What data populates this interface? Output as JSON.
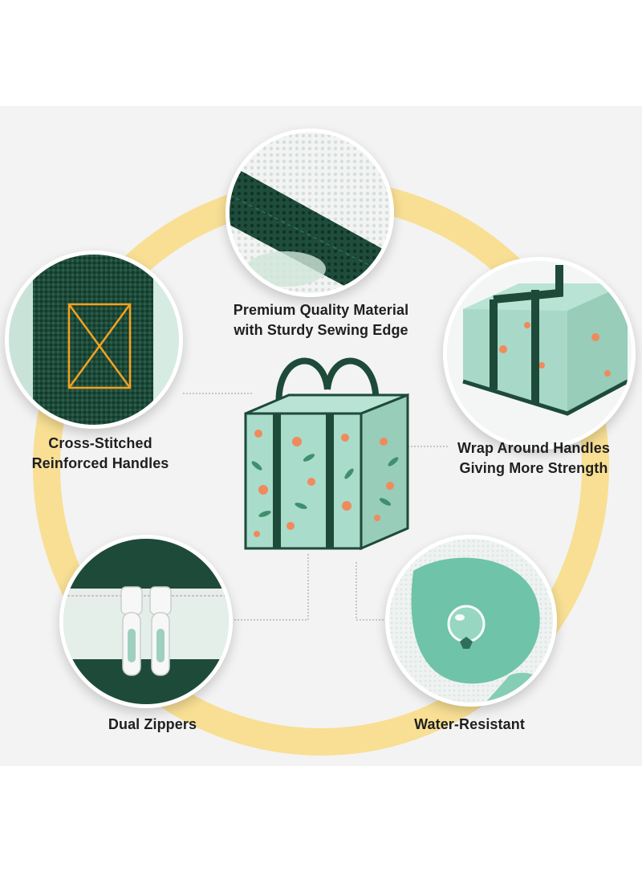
{
  "features": {
    "material": {
      "line1": "Premium Quality Material",
      "line2": "with Sturdy Sewing Edge"
    },
    "handles": {
      "line1": "Cross-Stitched",
      "line2": "Reinforced Handles"
    },
    "wrap": {
      "line1": "Wrap Around Handles",
      "line2": "Giving More Strength"
    },
    "zippers": {
      "line1": "Dual Zippers"
    },
    "water": {
      "line1": "Water-Resistant"
    }
  },
  "colors": {
    "ring": "#f7dc8a",
    "bag_green": "#a9dccb",
    "handle_green": "#1e4a3a",
    "accent_orange": "#f08a5d",
    "stitch_orange": "#f4a21e"
  }
}
